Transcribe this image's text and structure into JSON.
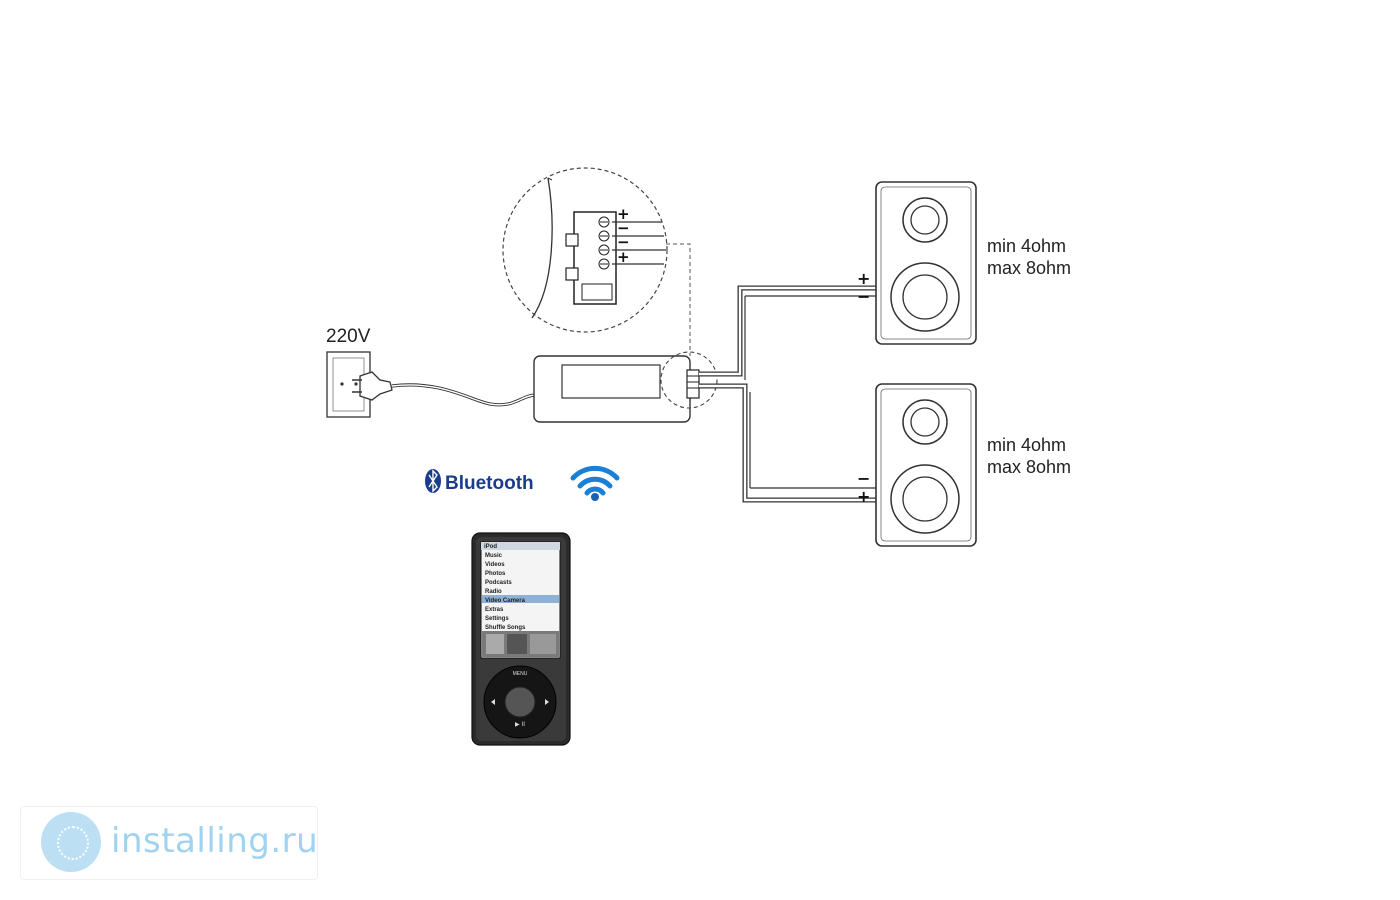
{
  "power": {
    "voltage_label": "220V"
  },
  "speakers": [
    {
      "min_label": "min 4ohm",
      "max_label": "max 8ohm",
      "top_sign": "+",
      "bottom_sign": "−"
    },
    {
      "min_label": "min 4ohm",
      "max_label": "max 8ohm",
      "top_sign": "−",
      "bottom_sign": "+"
    }
  ],
  "terminal_block": {
    "signs": [
      "+",
      "−",
      "−",
      "+"
    ]
  },
  "wireless": {
    "bluetooth_label": "Bluetooth",
    "icons": [
      "bluetooth-icon",
      "wifi-icon"
    ]
  },
  "player": {
    "title": "iPod",
    "menu_items": [
      "Music",
      "Videos",
      "Photos",
      "Podcasts",
      "Radio",
      "Video Camera",
      "Extras",
      "Settings",
      "Shuffle Songs"
    ],
    "highlighted_index": 5,
    "wheel_top": "MENU",
    "wheel_bottom": "▶ II"
  },
  "watermark": {
    "text": "installing.ru"
  },
  "colors": {
    "line": "#333333",
    "bluetooth": "#1a3c8c",
    "wifi": "#1a7fd6",
    "watermark": "#9fd3ef"
  }
}
